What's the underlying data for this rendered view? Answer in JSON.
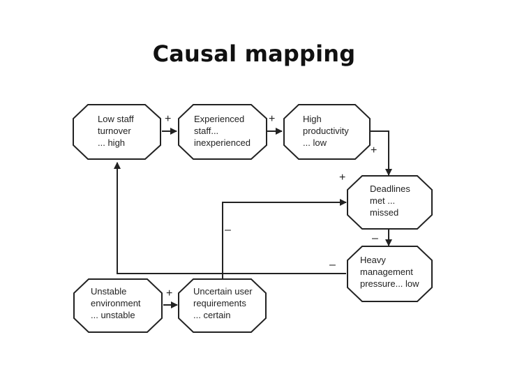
{
  "title": "Causal mapping",
  "nodes": [
    {
      "id": "low-staff-turnover",
      "lines": [
        "Low staff",
        "turnover",
        "... high"
      ]
    },
    {
      "id": "experienced-staff",
      "lines": [
        "Experienced",
        "staff...",
        "inexperienced"
      ]
    },
    {
      "id": "high-productivity",
      "lines": [
        "High",
        "productivity",
        "... low"
      ]
    },
    {
      "id": "deadlines-met",
      "lines": [
        "Deadlines",
        "met ...",
        "missed"
      ]
    },
    {
      "id": "heavy-management-pressure",
      "lines": [
        "Heavy",
        "management",
        "pressure... low"
      ]
    },
    {
      "id": "unstable-environment",
      "lines": [
        "Unstable",
        "environment",
        "... unstable"
      ]
    },
    {
      "id": "uncertain-user-requirements",
      "lines": [
        "Uncertain user",
        "requirements",
        "... certain"
      ]
    }
  ],
  "links": [
    {
      "from": "low-staff-turnover",
      "to": "experienced-staff",
      "sign": "+"
    },
    {
      "from": "experienced-staff",
      "to": "high-productivity",
      "sign": "+"
    },
    {
      "from": "high-productivity",
      "to": "deadlines-met",
      "sign": "+"
    },
    {
      "from": "uncertain-user-requirements",
      "to": "deadlines-met",
      "sign": "+",
      "extra_sign": "–"
    },
    {
      "from": "deadlines-met",
      "to": "heavy-management-pressure",
      "sign": "–"
    },
    {
      "from": "heavy-management-pressure",
      "to": "low-staff-turnover",
      "sign": "–"
    },
    {
      "from": "unstable-environment",
      "to": "uncertain-user-requirements",
      "sign": "+"
    }
  ]
}
